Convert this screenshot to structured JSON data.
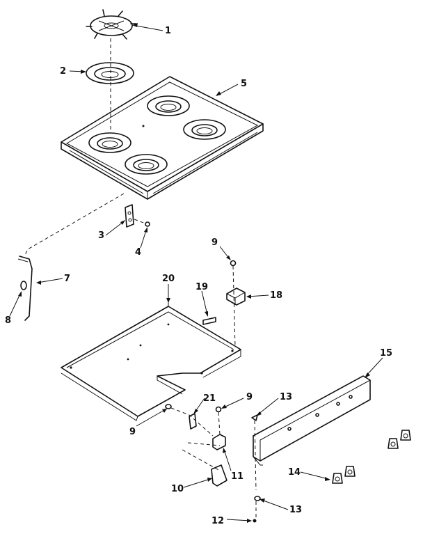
{
  "labels": [
    {
      "id": "1",
      "text": "1"
    },
    {
      "id": "2",
      "text": "2"
    },
    {
      "id": "3",
      "text": "3"
    },
    {
      "id": "4",
      "text": "4"
    },
    {
      "id": "5",
      "text": "5"
    },
    {
      "id": "7",
      "text": "7"
    },
    {
      "id": "8",
      "text": "8"
    },
    {
      "id": "9a",
      "text": "9"
    },
    {
      "id": "9b",
      "text": "9"
    },
    {
      "id": "9c",
      "text": "9"
    },
    {
      "id": "10",
      "text": "10"
    },
    {
      "id": "11",
      "text": "11"
    },
    {
      "id": "12",
      "text": "12"
    },
    {
      "id": "13a",
      "text": "13"
    },
    {
      "id": "13b",
      "text": "13"
    },
    {
      "id": "14",
      "text": "14"
    },
    {
      "id": "15",
      "text": "15"
    },
    {
      "id": "18",
      "text": "18"
    },
    {
      "id": "19",
      "text": "19"
    },
    {
      "id": "20",
      "text": "20"
    },
    {
      "id": "21",
      "text": "21"
    }
  ]
}
